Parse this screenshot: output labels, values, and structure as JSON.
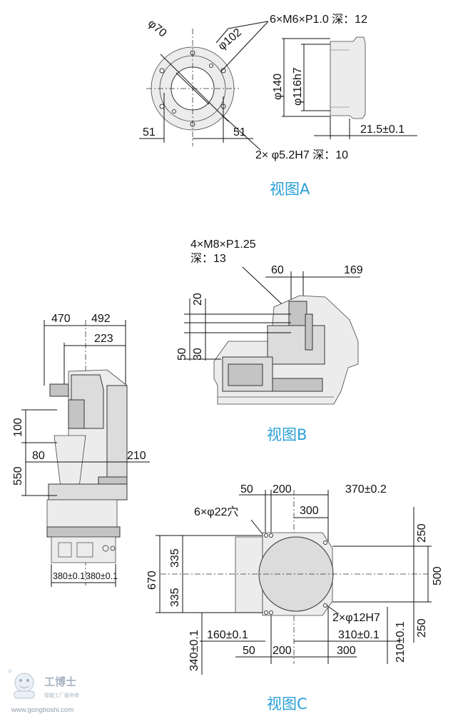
{
  "view_a": {
    "title": "视图A",
    "dia_70": "φ70",
    "dia_102": "φ102",
    "holes_top": "6×M6×P1.0 深：12",
    "dia_140": "φ140",
    "dia_116": "φ116h7",
    "left_51": "51",
    "right_51": "51",
    "depth_215": "21.5±0.1",
    "pin_holes": "2×  φ5.2H7 深：10"
  },
  "side_view": {
    "d470": "470",
    "d492": "492",
    "d223": "223",
    "d100": "100",
    "d80": "80",
    "d210": "210",
    "d550": "550",
    "base_left": "380±0.1",
    "base_right": "380±0.1"
  },
  "view_b": {
    "title": "视图B",
    "holes_1": "4×M8×P1.25",
    "holes_2": "深：13",
    "d60": "60",
    "d169": "169",
    "d20": "20",
    "d50": "50",
    "d30": "30"
  },
  "view_c": {
    "title": "视图C",
    "top_50": "50",
    "top_200": "200",
    "top_370": "370±0.2",
    "holes_22": "6×φ22穴",
    "top_300": "300",
    "d335a": "335",
    "d335b": "335",
    "d670": "670",
    "d250a": "250",
    "d500": "500",
    "d250b": "250",
    "pins_12": "2×φ12H7",
    "d160": "160±0.1",
    "d310": "310±0.1",
    "d340": "340±0.1",
    "d210": "210±0.1",
    "bot_50": "50",
    "bot_200": "200",
    "bot_300": "300"
  },
  "watermark": {
    "brand": "工博士",
    "tagline": "智能工厂服务商",
    "url": "www.gongboshi.com"
  }
}
